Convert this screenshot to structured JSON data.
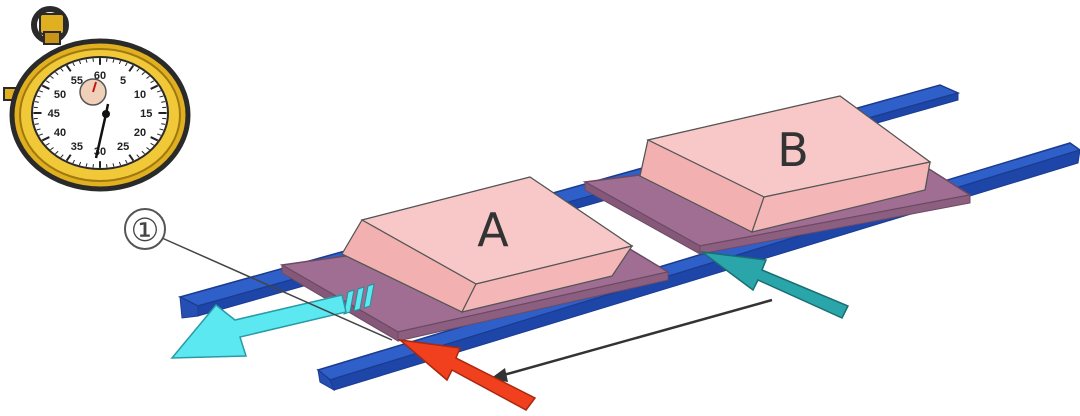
{
  "diagram": {
    "block_a_label": "A",
    "block_b_label": "B",
    "callout_label": "①",
    "stopwatch": {
      "dial_numbers": [
        "60",
        "5",
        "10",
        "15",
        "20",
        "25",
        "30",
        "35",
        "40",
        "45",
        "50",
        "55"
      ]
    }
  },
  "colors": {
    "rail_blue": "#2f5fc8",
    "rail_blue_dark": "#1b3c8e",
    "pallet_mauve": "#a06e92",
    "block_top": "#f8c8c8",
    "block_side": "#f4b6b6",
    "arrow_cyan": "#5be8f0",
    "arrow_red": "#f0401e",
    "arrow_teal": "#2aa6aa",
    "watch_gold": "#e0b020"
  }
}
